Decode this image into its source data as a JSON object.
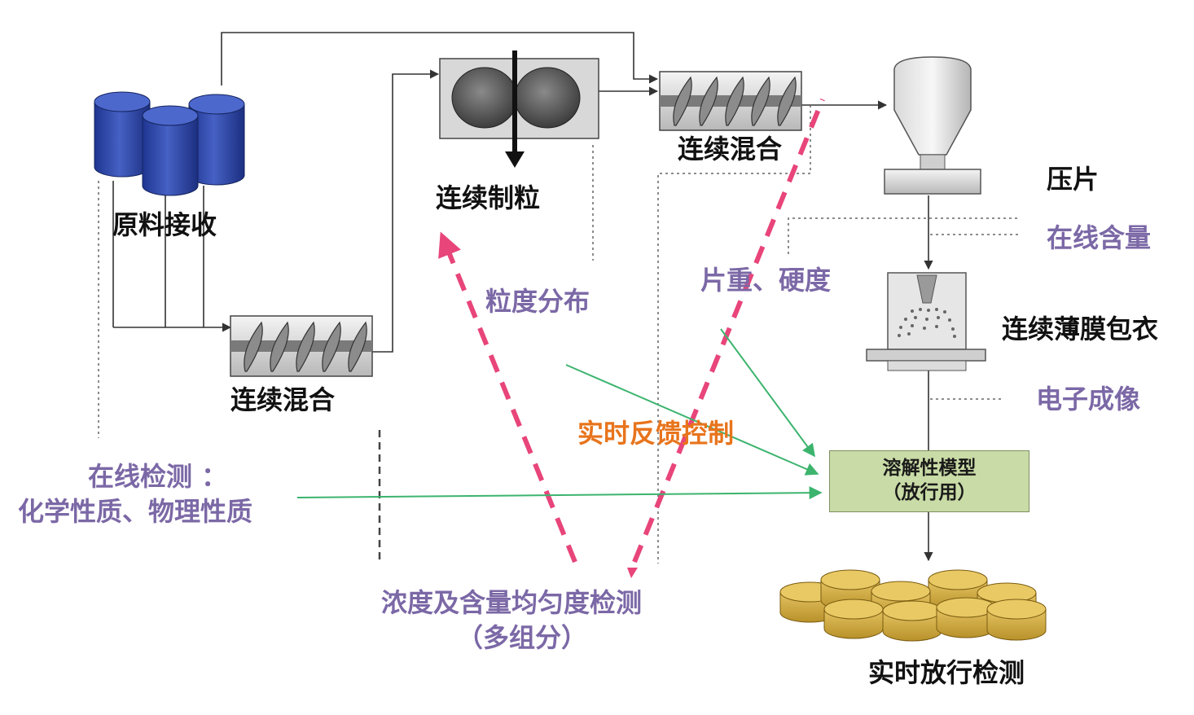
{
  "nodes": {
    "raw_material": "原料接收",
    "mix_1": "连续混合",
    "granulation": "连续制粒",
    "mix_2": "连续混合",
    "tableting": "压片",
    "coating": "连续薄膜包衣",
    "release_test": "实时放行检测"
  },
  "model": {
    "line1": "溶解性模型",
    "line2": "（放行用）"
  },
  "annotations": {
    "online_content": "在线含量",
    "electronic_imaging": "电子成像",
    "particle_size": "粒度分布",
    "weight_hardness": "片重、硬度",
    "feedback_control": "实时反馈控制",
    "online_detect_1": "在线检测 ：",
    "online_detect_2": "化学性质、物理性质",
    "uniformity_1": "浓度及含量均匀度检测",
    "uniformity_2": "（多组分）"
  },
  "colors": {
    "label_black": "#111111",
    "label_purple": "#7b68a6",
    "label_orange": "#e8741c",
    "feedback_dash": "#e8457a",
    "arrow_green": "#3cb46e",
    "drum_blue": "#2f49a8",
    "tablet_gold": "#d9b24c",
    "model_fill": "#c9dba6"
  }
}
